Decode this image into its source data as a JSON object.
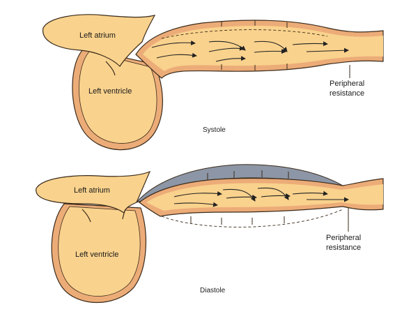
{
  "colors": {
    "wall": "#ecac78",
    "fill": "#f9d28d",
    "outline": "#3a2a1a",
    "arrow": "#222222",
    "elastic_stretch": "#8c96a6"
  },
  "systole": {
    "left_atrium": "Left atrium",
    "left_ventricle": "Left ventricle",
    "resistance_line1": "Peripheral",
    "resistance_line2": "resistance",
    "caption": "Systole"
  },
  "diastole": {
    "left_atrium": "Left atrium",
    "left_ventricle": "Left ventricle",
    "resistance_line1": "Peripheral",
    "resistance_line2": "resistance",
    "caption": "Diastole"
  }
}
